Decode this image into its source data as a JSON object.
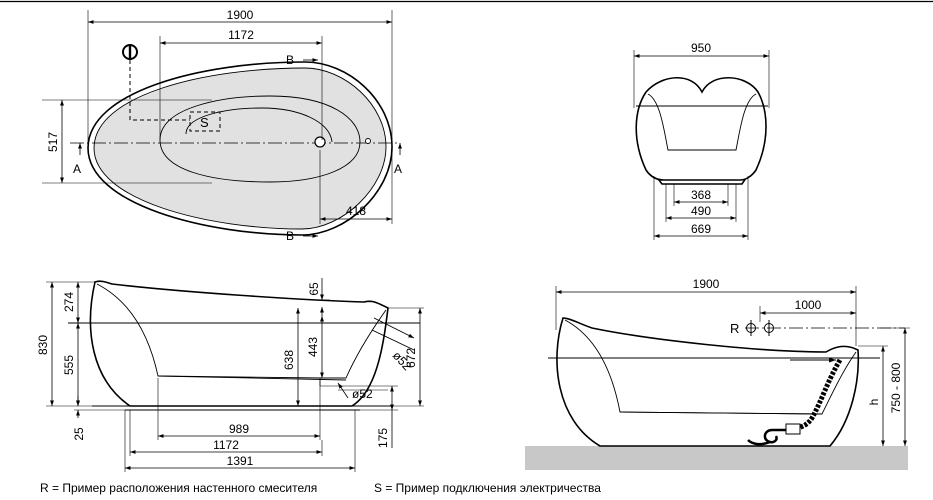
{
  "top_view": {
    "dims": {
      "overall_length": "1900",
      "inner_length": "1172",
      "width": "517",
      "drain_offset": "418"
    },
    "markers": {
      "section_a": "A",
      "section_b": "B",
      "socket": "S"
    }
  },
  "end_view": {
    "dims": {
      "overall_width": "950",
      "base_368": "368",
      "base_490": "490",
      "base_669": "669"
    }
  },
  "side_view": {
    "dims": {
      "height_830": "830",
      "h_274": "274",
      "h_555": "555",
      "h_25": "25",
      "h_65": "65",
      "h_638": "638",
      "h_443": "443",
      "h_672": "672",
      "dia_52_a": "ø52",
      "dia_52_b": "ø52",
      "len_989": "989",
      "len_1172": "1172",
      "len_1391": "1391",
      "h_175": "175"
    }
  },
  "install_view": {
    "dims": {
      "length": "1900",
      "mixer_offset": "1000",
      "height_range": "750 - 800",
      "h": "h"
    },
    "markers": {
      "r_label": "R"
    }
  },
  "legend": {
    "r": "R = Пример расположения настенного смесителя",
    "s": "S = Пример подключения электричества"
  },
  "colors": {
    "tub_fill": "#e1e1e1",
    "floor": "#c8c8c8",
    "line": "#000000"
  }
}
